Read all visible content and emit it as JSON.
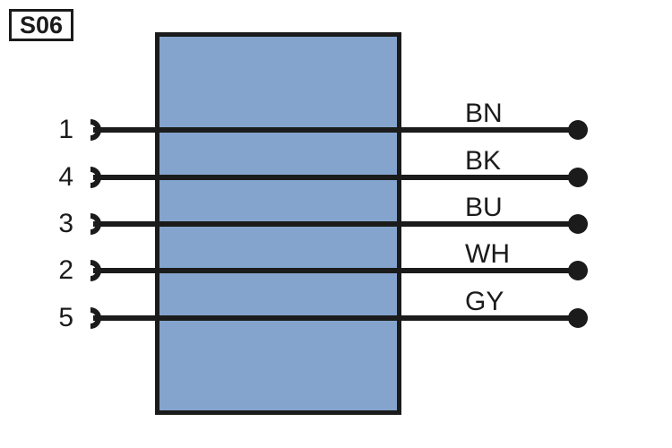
{
  "diagram": {
    "tag": {
      "label": "S06"
    },
    "device": {
      "fill_color": "#84a4ce",
      "border_color": "#1b1b1b"
    },
    "connections": [
      {
        "pin": "1",
        "wire_color_code": "BN",
        "socket_icon": "socket-contact-icon",
        "terminal_icon": "terminal-dot-icon"
      },
      {
        "pin": "4",
        "wire_color_code": "BK",
        "socket_icon": "socket-contact-icon",
        "terminal_icon": "terminal-dot-icon"
      },
      {
        "pin": "3",
        "wire_color_code": "BU",
        "socket_icon": "socket-contact-icon",
        "terminal_icon": "terminal-dot-icon"
      },
      {
        "pin": "2",
        "wire_color_code": "WH",
        "socket_icon": "socket-contact-icon",
        "terminal_icon": "terminal-dot-icon"
      },
      {
        "pin": "5",
        "wire_color_code": "GY",
        "socket_icon": "socket-contact-icon",
        "terminal_icon": "terminal-dot-icon"
      }
    ]
  }
}
